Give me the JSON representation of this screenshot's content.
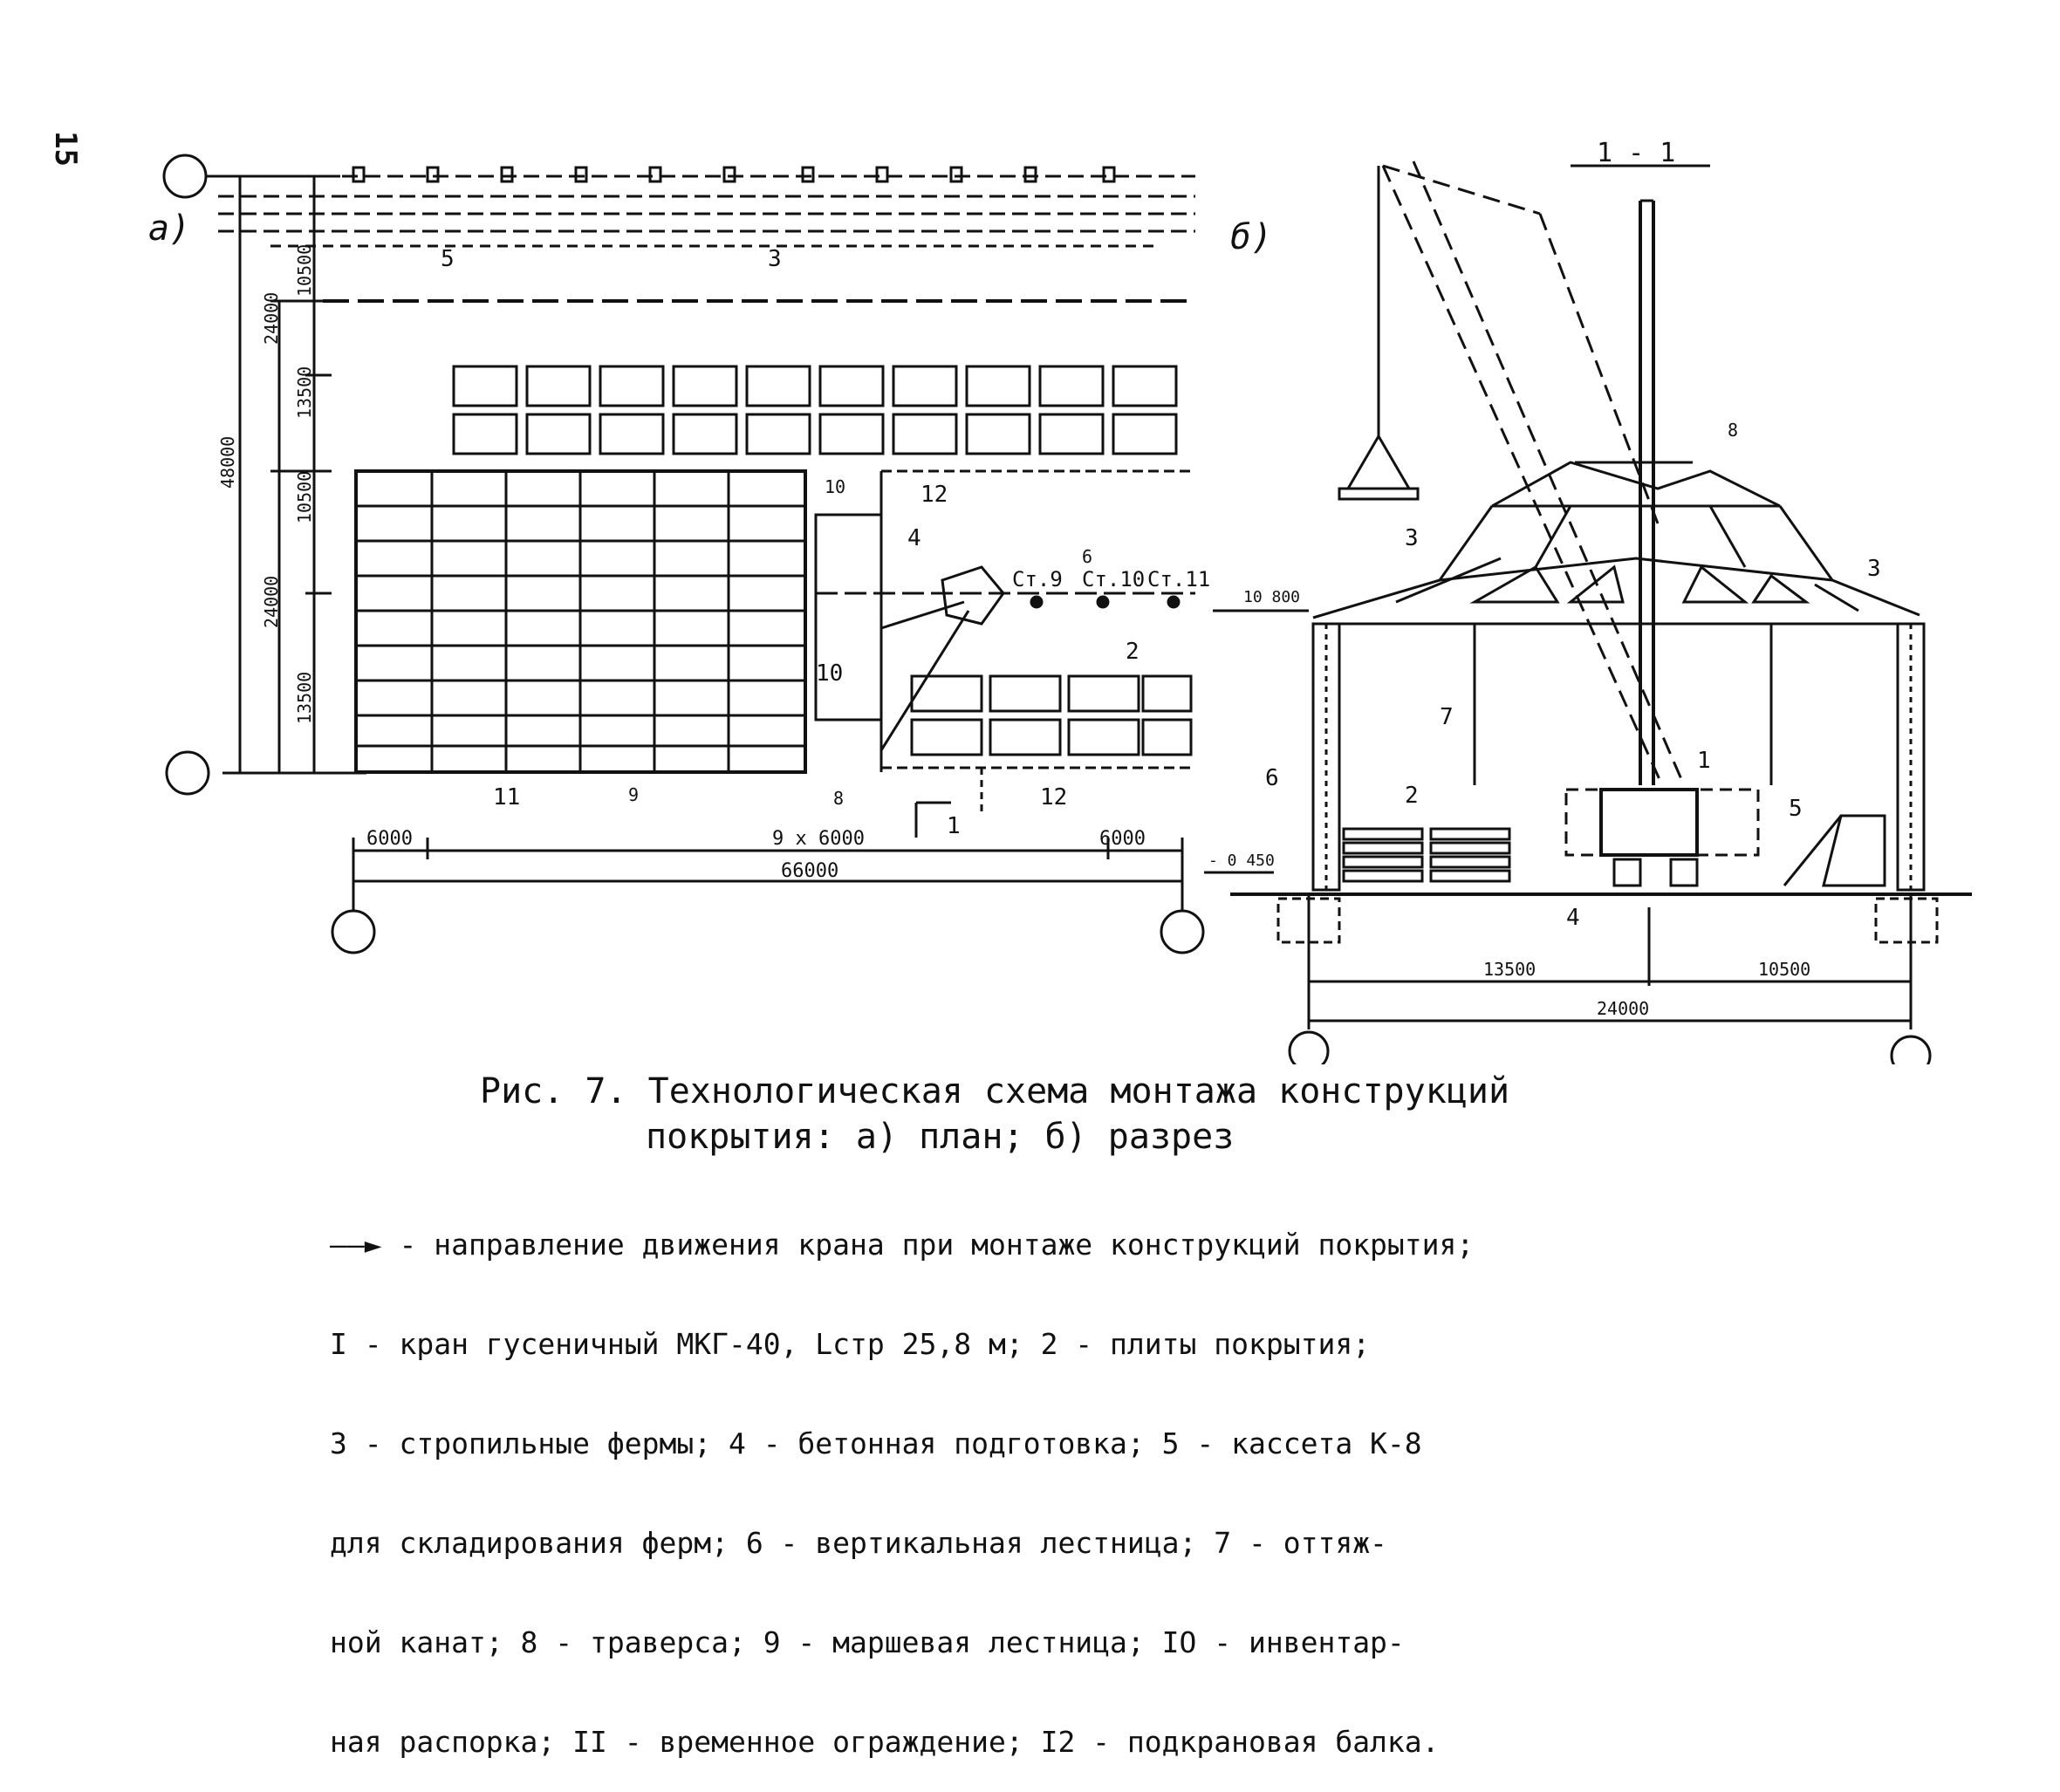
{
  "page_number": "15",
  "plan": {
    "label": "а)",
    "axis_marks": [
      "",
      "",
      "",
      ""
    ],
    "dims_vertical": [
      "24000",
      "13500",
      "10500",
      "13500",
      "10500",
      "48000",
      "24000"
    ],
    "dims_horizontal": [
      "6000",
      "9 x 6000",
      "6000",
      "66000"
    ],
    "callouts": [
      "5",
      "3",
      "10",
      "12",
      "4",
      "6",
      "2",
      "10",
      "11",
      "9",
      "8",
      "12",
      "1"
    ],
    "column_labels": [
      "Ст.9",
      "Ст.10",
      "Ст.11"
    ]
  },
  "section": {
    "label": "б)",
    "title": "1 - 1",
    "elevations": [
      "10 800",
      "- 0 450"
    ],
    "dims": [
      "13500",
      "10500",
      "24000"
    ],
    "callouts": [
      "8",
      "3",
      "3",
      "7",
      "6",
      "2",
      "1",
      "5",
      "4"
    ]
  },
  "caption": {
    "line1": "Рис. 7. Технологическая схема монтажа конструкций",
    "line2": "покрытия: а) план; б) разрез"
  },
  "legend": [
    "——► - направление движения крана при монтаже конструкций покрытия;",
    "I - кран гусеничный МКГ-40, Lстр 25,8 м; 2 - плиты покрытия;",
    "3 - стропильные фермы; 4 - бетонная подготовка; 5 - кассета К-8",
    "для складирования ферм; 6 - вертикальная лестница; 7 - оттяж-",
    "ной канат; 8 - траверса; 9 - маршевая лестница; IO - инвентар-",
    "ная распорка; II - временное ограждение; I2 - подкрановая балка."
  ]
}
